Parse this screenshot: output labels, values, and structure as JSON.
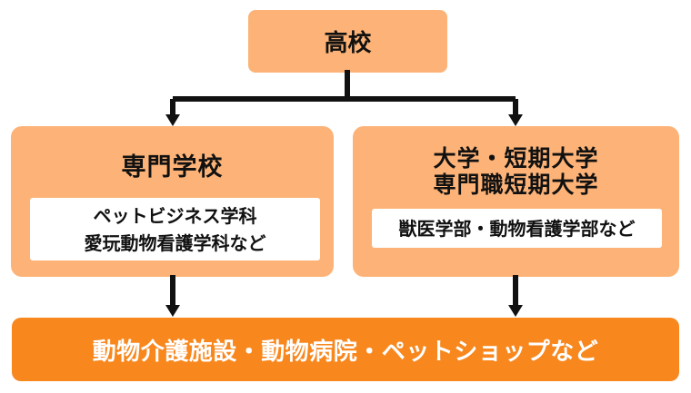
{
  "colors": {
    "box_light": "#FDB377",
    "box_dark": "#F8871D",
    "text_dark": "#111111",
    "text_light": "#FFFFFF",
    "detail_bg": "#FFFFFF",
    "connector": "#111111",
    "page_bg": "#FFFFFF"
  },
  "flowchart": {
    "top_box": {
      "label": "高校"
    },
    "left_box": {
      "title": "専門学校",
      "details": [
        "ペットビジネス学科",
        "愛玩動物看護学科など"
      ]
    },
    "right_box": {
      "title_lines": [
        "大学・短期大学",
        "専門職短期大学"
      ],
      "detail": "獣医学部・動物看護学部など"
    },
    "bottom_box": {
      "label": "動物介護施設・動物病院・ペットショップなど"
    }
  }
}
